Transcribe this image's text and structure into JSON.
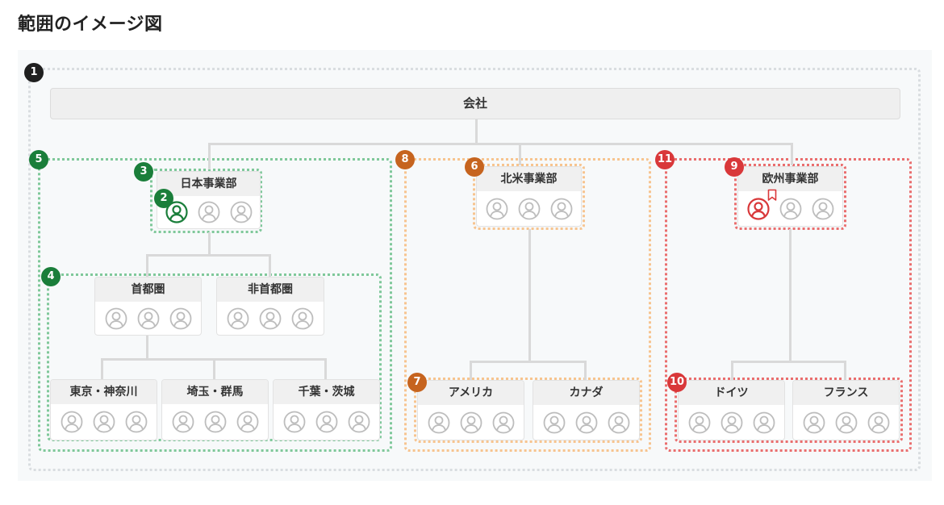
{
  "title": "範囲のイメージ図",
  "badges": [
    "1",
    "2",
    "3",
    "4",
    "5",
    "6",
    "7",
    "8",
    "9",
    "10",
    "11"
  ],
  "company": "会社",
  "divisions": {
    "japan": "日本事業部",
    "na": "北米事業部",
    "eu": "欧州事業部"
  },
  "regions": {
    "metro": "首都圏",
    "nonmetro": "非首都圏",
    "tokyo": "東京・神奈川",
    "saitama": "埼玉・群馬",
    "chiba": "千葉・茨城",
    "america": "アメリカ",
    "canada": "カナダ",
    "germany": "ドイツ",
    "france": "フランス"
  },
  "colors": {
    "black": "#1f1f1f",
    "green": "#1a7e3a",
    "orange": "#c6641f",
    "red": "#d9383a",
    "person_gray": "#bdbdbd"
  },
  "icons": {
    "person": "person-icon",
    "bookmark": "bookmark-icon"
  }
}
